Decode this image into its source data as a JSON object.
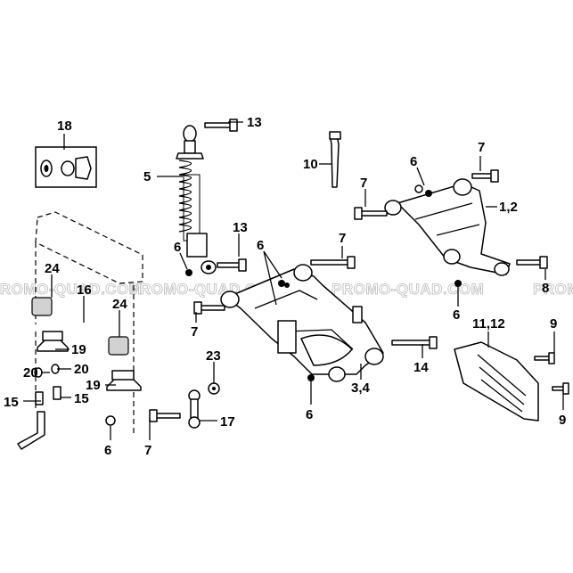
{
  "diagram": {
    "watermark": "PROMO-QUAD.COM",
    "callouts": [
      {
        "id": "c18",
        "text": "18"
      },
      {
        "id": "c13a",
        "text": "13"
      },
      {
        "id": "c5",
        "text": "5"
      },
      {
        "id": "c10",
        "text": "10"
      },
      {
        "id": "c7a",
        "text": "7"
      },
      {
        "id": "c6a",
        "text": "6"
      },
      {
        "id": "c7b",
        "text": "7"
      },
      {
        "id": "c12",
        "text": "1,2"
      },
      {
        "id": "c13b",
        "text": "13"
      },
      {
        "id": "c6b",
        "text": "6"
      },
      {
        "id": "c6c",
        "text": "6"
      },
      {
        "id": "c7c",
        "text": "7"
      },
      {
        "id": "c24a",
        "text": "24"
      },
      {
        "id": "c16",
        "text": "16"
      },
      {
        "id": "c24b",
        "text": "24"
      },
      {
        "id": "c8",
        "text": "8"
      },
      {
        "id": "c6d",
        "text": "6"
      },
      {
        "id": "c7d",
        "text": "7"
      },
      {
        "id": "c1112",
        "text": "11,12"
      },
      {
        "id": "c9a",
        "text": "9"
      },
      {
        "id": "c19a",
        "text": "19"
      },
      {
        "id": "c20a",
        "text": "20"
      },
      {
        "id": "c20b",
        "text": "20"
      },
      {
        "id": "c15a",
        "text": "15"
      },
      {
        "id": "c15b",
        "text": "15"
      },
      {
        "id": "c19b",
        "text": "19"
      },
      {
        "id": "c23",
        "text": "23"
      },
      {
        "id": "c14",
        "text": "14"
      },
      {
        "id": "c34",
        "text": "3,4"
      },
      {
        "id": "c6e",
        "text": "6"
      },
      {
        "id": "c17",
        "text": "17"
      },
      {
        "id": "c6f",
        "text": "6"
      },
      {
        "id": "c7e",
        "text": "7"
      },
      {
        "id": "c9b",
        "text": "9"
      }
    ]
  }
}
